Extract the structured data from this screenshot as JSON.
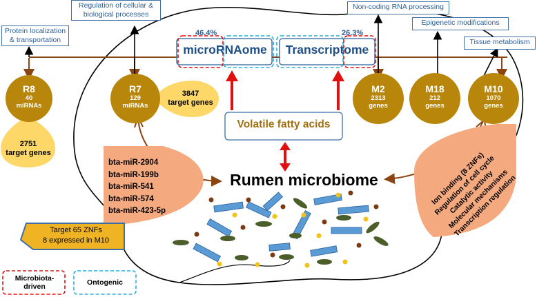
{
  "top_labels": {
    "protein": "Protein localization & transportation",
    "regulation": "Regulation of cellular & biological processes",
    "noncoding": "Non-coding RNA processing",
    "epigenetic": "Epigenetic modifications",
    "tissue": "Tissue metabolism"
  },
  "omics": {
    "mirna_pct": "46.4%",
    "mirna_label": "microRNAome",
    "tx_pct": "26.3%",
    "tx_label": "Transcriptome"
  },
  "modules": {
    "r8": {
      "name": "R8",
      "count": "40",
      "unit": "miRNAs",
      "targets_num": "2751",
      "targets_word": "target genes"
    },
    "r7": {
      "name": "R7",
      "count": "129",
      "unit": "miRNAs",
      "targets_num": "3847",
      "targets_word": "target genes"
    },
    "m2": {
      "name": "M2",
      "count": "2313",
      "unit": "genes"
    },
    "m18": {
      "name": "M18",
      "count": "212",
      "unit": "genes"
    },
    "m10": {
      "name": "M10",
      "count": "1070",
      "unit": "genes"
    }
  },
  "vfa_label": "Volatile fatty acids",
  "rumen_label": "Rumen microbiome",
  "mirna_list": [
    "bta-miR-2904",
    "bta-miR-199b",
    "bta-miR-541",
    "bta-miR-574",
    "bta-miR-423-5p"
  ],
  "m10_functions": [
    "Ion binding (8 ZNFs)",
    "Regulation of cell cycle",
    "Catalytic activity",
    "Molecular mechanisms",
    "Transcription regulation"
  ],
  "target_znf": {
    "line1": "Target 65 ZNFs",
    "line2": "8 expressed in M10"
  },
  "legend": {
    "microbiota": "Microbiota-driven",
    "ontogenic": "Ontogenic"
  },
  "colors": {
    "gold": "#b8860b",
    "yellow": "#fdd767",
    "salmon": "#f4a97f",
    "blue_text": "#2a5f9a",
    "brown_arrow": "#8b4513",
    "red": "#e01010",
    "vfa_text": "#a07010",
    "ontogenic_blue": "#2aaed8",
    "bar_blue": "#5b9bd5",
    "leaf_green": "#4b5e2a",
    "dot_yellow": "#f2c21b",
    "dot_brown": "#7a3b12"
  }
}
